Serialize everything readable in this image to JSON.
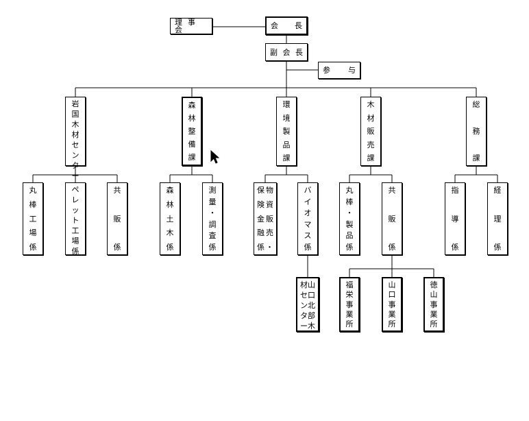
{
  "title": "",
  "nodes": {
    "board": "理事会",
    "chairman": "会長",
    "vice_chairman": "副会長",
    "advisor": "参与",
    "iwakuni_center": "岩国木材センター",
    "forest_div": "森林整備課",
    "env_div": "環境製品課",
    "wood_sales_div": "木材販売課",
    "general_div": "総務課",
    "maru_factory": "丸棒工場係",
    "pellet_factory": "ペレット工場係",
    "kyohan1": "共販係",
    "forest_civil": "森林土木係",
    "survey": "測量・調査係",
    "goods_col2": "物資販売・",
    "goods_col1": "保険金融係",
    "biomass": "バイオマス係",
    "maru_products": "丸棒・製品係",
    "kyohan2": "共販係",
    "guidance": "指導係",
    "accounting": "経理係",
    "yamaguchi_north_col2": "山口北部木",
    "yamaguchi_north_col1": "材センター",
    "fukuei": "福栄事業所",
    "yamaguchi_office": "山口事業所",
    "tokuyama": "徳山事業所"
  },
  "icons": {
    "cursor": "mouse-pointer-icon"
  }
}
